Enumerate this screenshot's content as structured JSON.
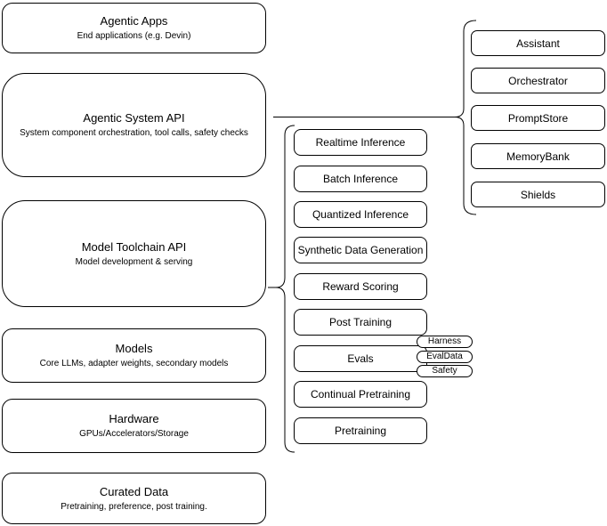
{
  "canvas": {
    "background_color": "#ffffff",
    "stroke_color": "#000000",
    "text_color": "#000000"
  },
  "stack": [
    {
      "title": "Agentic Apps",
      "subtitle": "End applications (e.g. Devin)"
    },
    {
      "title": "Agentic System API",
      "subtitle": "System component orchestration, tool calls, safety checks"
    },
    {
      "title": "Model Toolchain API",
      "subtitle": "Model development & serving"
    },
    {
      "title": "Models",
      "subtitle": "Core LLMs, adapter weights, secondary models"
    },
    {
      "title": "Hardware",
      "subtitle": "GPUs/Accelerators/Storage"
    },
    {
      "title": "Curated Data",
      "subtitle": "Pretraining, preference, post training."
    }
  ],
  "toolchain_services": [
    {
      "label": "Realtime Inference"
    },
    {
      "label": "Batch Inference"
    },
    {
      "label": "Quantized Inference"
    },
    {
      "label": "Synthetic Data Generation"
    },
    {
      "label": "Reward Scoring"
    },
    {
      "label": "Post Training"
    },
    {
      "label": "Evals"
    },
    {
      "label": "Continual Pretraining"
    },
    {
      "label": "Pretraining"
    }
  ],
  "eval_tags": [
    {
      "label": "Harness"
    },
    {
      "label": "EvalData"
    },
    {
      "label": "Safety"
    }
  ],
  "system_components": [
    {
      "label": "Assistant"
    },
    {
      "label": "Orchestrator"
    },
    {
      "label": "PromptStore"
    },
    {
      "label": "MemoryBank"
    },
    {
      "label": "Shields"
    }
  ]
}
